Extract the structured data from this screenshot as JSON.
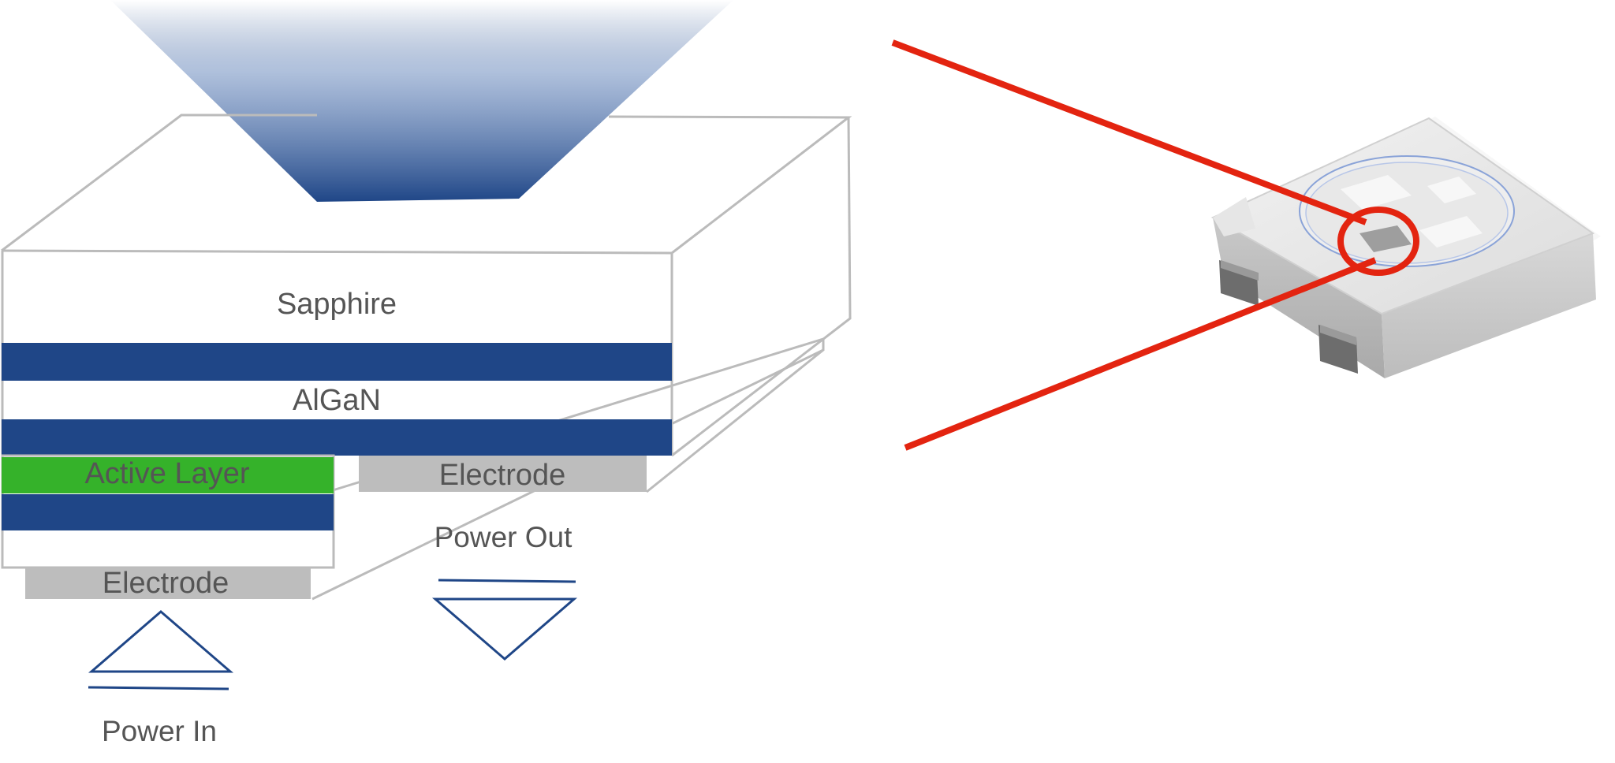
{
  "labels": {
    "sapphire": "Sapphire",
    "algan": "AlGaN",
    "active_layer": "Active Layer",
    "electrode_top": "Electrode",
    "electrode_bottom": "Electrode",
    "power_out": "Power Out",
    "power_in": "Power In"
  },
  "colors": {
    "navy": "#1f4687",
    "active_green": "#35b22a",
    "electrode_gray": "#bdbdbd",
    "outline_gray": "#bbbbbb",
    "callout_red": "#e32410",
    "text_gray": "#555555"
  },
  "icons": {
    "light_beam": "light-beam-icon",
    "power_out": "power-out-triangle-icon",
    "power_in": "power-in-triangle-icon",
    "led_package": "smd-led-package-icon"
  }
}
